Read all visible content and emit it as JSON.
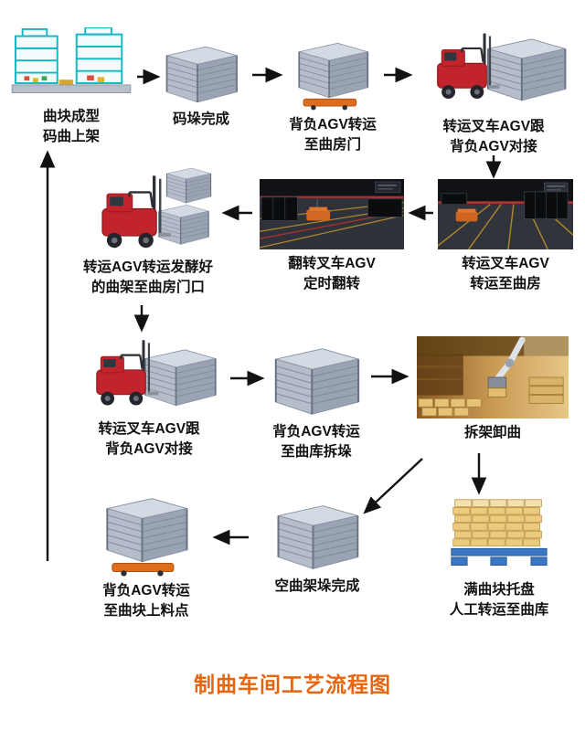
{
  "title": "制曲车间工艺流程图",
  "colors": {
    "title": "#e8650d",
    "caption": "#111111",
    "forklift_red": "#c1242b",
    "agv_orange": "#dd6d1c",
    "rack_gray": "#9aa3b3",
    "pallet_blue": "#3a77c2"
  },
  "nodes": {
    "forming": {
      "label": "曲块成型\n码曲上架"
    },
    "palletized": {
      "label": "码垛完成"
    },
    "to_qufang_door": {
      "label": "背负AGV转运\n至曲房门"
    },
    "dock_top": {
      "label": "转运叉车AGV跟\n背负AGV对接"
    },
    "to_qufang": {
      "label": "转运叉车AGV\n转运至曲房"
    },
    "flip": {
      "label": "翻转叉车AGV\n定时翻转"
    },
    "fermented_out": {
      "label": "转运AGV转运发酵好\n的曲架至曲房门口"
    },
    "dock_mid": {
      "label": "转运叉车AGV跟\n背负AGV对接"
    },
    "to_depal": {
      "label": "背负AGV转运\n至曲库拆垛"
    },
    "unload": {
      "label": "拆架卸曲"
    },
    "full_pallet": {
      "label": "满曲块托盘\n人工转运至曲库"
    },
    "empty_stack": {
      "label": "空曲架垛完成"
    },
    "to_feed": {
      "label": "背负AGV转运\n至曲块上料点"
    }
  }
}
